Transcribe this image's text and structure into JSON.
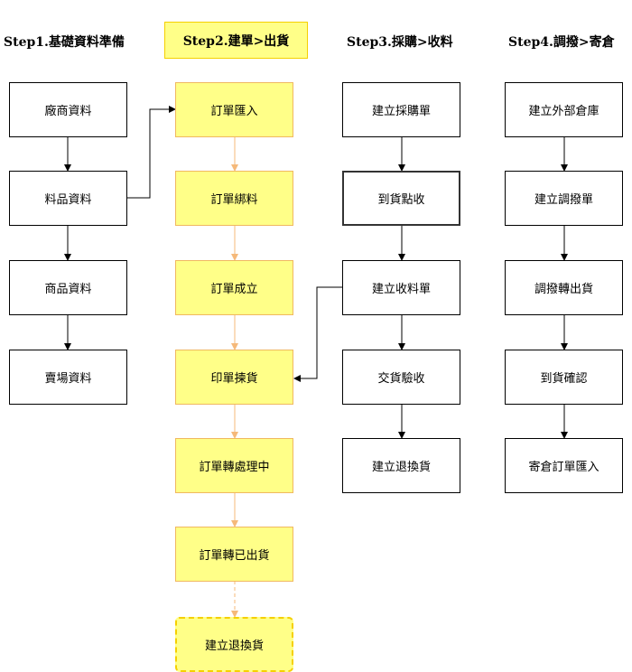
{
  "headers": {
    "step1": "Step1.基礎資料準備",
    "step2": "Step2.建單>出貨",
    "step3": "Step3.採購>收料",
    "step4": "Step4.調撥>寄倉"
  },
  "col1": [
    "廠商資料",
    "料品資料",
    "商品資料",
    "賣場資料"
  ],
  "col2": [
    "訂單匯入",
    "訂單綁料",
    "訂單成立",
    "印單揀貨",
    "訂單轉處理中",
    "訂單轉已出貨",
    "建立退換貨"
  ],
  "col3": [
    "建立採購單",
    "到貨點收",
    "建立收料單",
    "交貨驗收",
    "建立退換貨"
  ],
  "col4": [
    "建立外部倉庫",
    "建立調撥單",
    "調撥轉出貨",
    "到貨確認",
    "寄倉訂單匯入"
  ],
  "colors": {
    "yellow_fill": "#ffff88",
    "orange_line": "#f5b97a",
    "yellow_dash": "#f5d000"
  }
}
